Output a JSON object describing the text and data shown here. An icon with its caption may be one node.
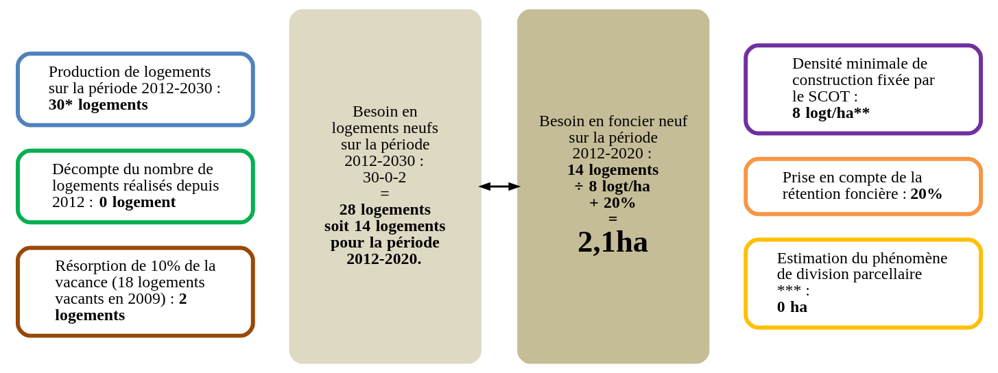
{
  "diagram": {
    "nodes": [
      {
        "text": [
          "Production de  logements sur la période 2012-2030 : **30* logements**"
        ]
      },
      {
        "text": [
          "Décompte du nombre de logements réalisés depuis 2012 : **0 logement**"
        ]
      },
      {
        "text": [
          "Résorption de 10% de la vacance (18 logements vacants en 2009) : **2 logements**"
        ]
      },
      {
        "text": [
          "Besoin en logements neufs sur la période 2012-2030 :",
          "30-0-2",
          "=",
          "28 logements",
          "soit 14 logements pour la période 2012-2020."
        ]
      },
      {
        "text": [
          "Besoin en foncier neuf sur la période 2012-2020 :",
          "14 logements",
          "÷ 8 logt/ha",
          "+ 20%",
          "=",
          "2,1ha"
        ]
      },
      {
        "text": [
          "Densité minimale de construction fixée par le SCOT :",
          "8 logt/ha**"
        ]
      },
      {
        "text": [
          "Prise en compte de la rétention foncière : **20%**"
        ]
      },
      {
        "text": [
          "Estimation du phénomène de division parcellaire *** :",
          "0 ha"
        ]
      }
    ],
    "edges": [
      {
        "from": 3,
        "to": 4,
        "arrow": "both"
      }
    ]
  }
}
